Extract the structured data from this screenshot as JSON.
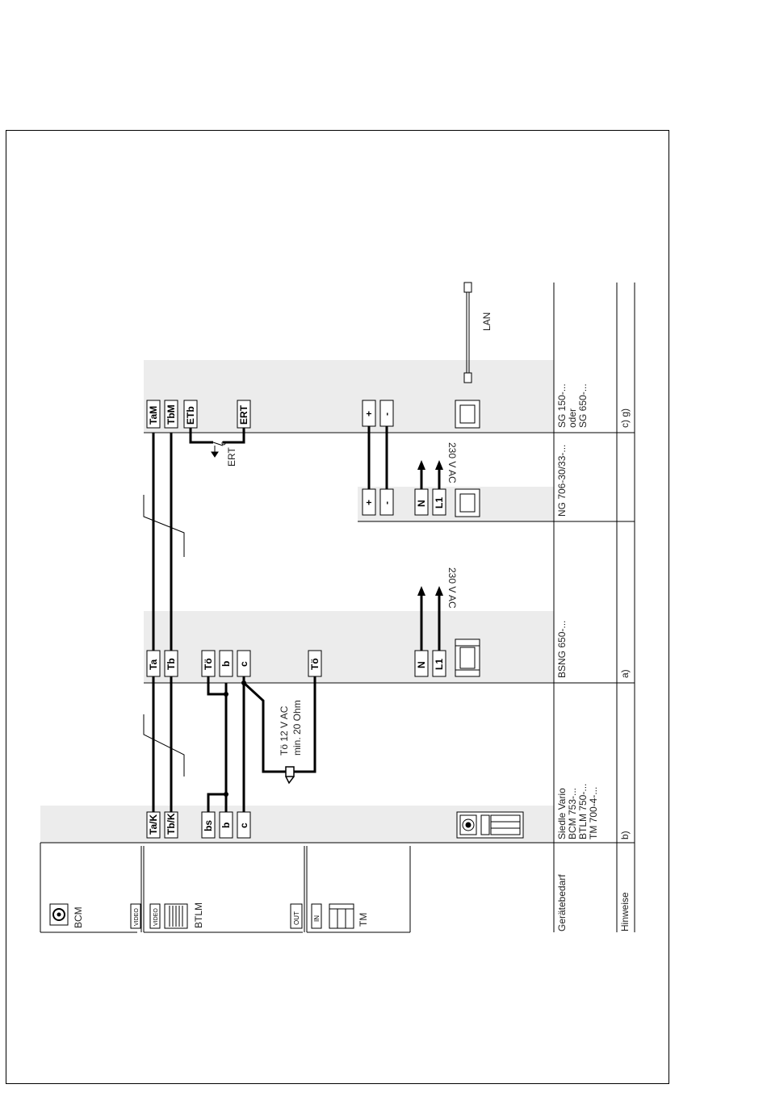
{
  "modules": {
    "bcm": "BCM",
    "btlm": "BTLM",
    "tm": "TM",
    "video": "VIDEO",
    "out": "OUT",
    "in": "IN"
  },
  "terminals": {
    "tak": "Ta/K",
    "tbk": "Tb/K",
    "bs": "bs",
    "b": "b",
    "c": "c",
    "ta": "Ta",
    "tb": "Tb",
    "to": "Tö",
    "tam": "TaM",
    "tbm": "TbM",
    "etb": "ETb",
    "ert": "ERT",
    "plus": "+",
    "minus": "-",
    "n": "N",
    "l1": "L1"
  },
  "labels": {
    "to_spec_1": "Tö 12 V AC",
    "to_spec_2": "min. 20 Ohm",
    "ac_230": "230 V AC",
    "ert": "ERT",
    "lan": "LAN"
  },
  "table": {
    "geraetebedarf": "Gerätebedarf",
    "hinweise": "Hinweise",
    "devices_station": [
      "Siedle Vario",
      "BCM 753-...",
      "BTLM 750-...",
      "TM 700-4-..."
    ],
    "devices_bsng": "BSNG 650-...",
    "devices_ng": "NG 706-30/33-...",
    "devices_sg": [
      "SG 150-...",
      "oder",
      "SG 650-..."
    ],
    "note_station": "b)",
    "note_bsng": "a)",
    "note_sg": "c) g)"
  }
}
